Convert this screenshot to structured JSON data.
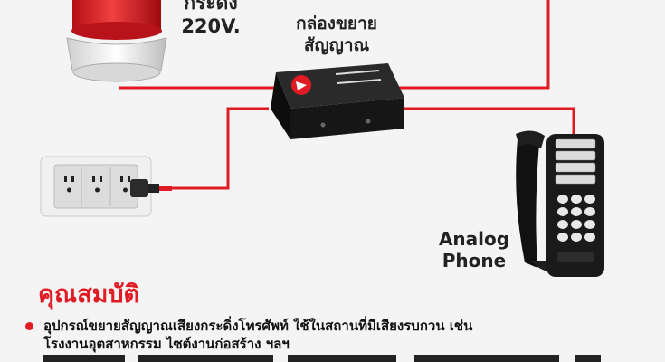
{
  "diagram": {
    "bell_label_line1": "กระดิ่ง",
    "bell_label_line2": "220V.",
    "box_label_line1": "กล่องขยาย",
    "box_label_line2": "สัญญาณ",
    "phone_label_line1": "Analog",
    "phone_label_line2": "Phone"
  },
  "features": {
    "heading": "คุณสมบัติ",
    "items": [
      {
        "line1": "อุปกรณ์ขยายสัญญาณเสียงกระดิ่งโทรศัพท์ ใช้ในสถานที่มีเสียงรบกวน เช่น",
        "line2": "โรงงานอุตสาหกรรม ไซต์งานก่อสร้าง ฯลฯ"
      }
    ]
  },
  "colors": {
    "wire": "#e11b24",
    "accent": "#e11b24",
    "box_body": "#111111",
    "phone_body": "#1a1a1a"
  },
  "icons": [
    "strobe-light-icon",
    "signal-amplifier-box-icon",
    "wall-outlet-icon",
    "power-plug-icon",
    "analog-phone-icon"
  ]
}
